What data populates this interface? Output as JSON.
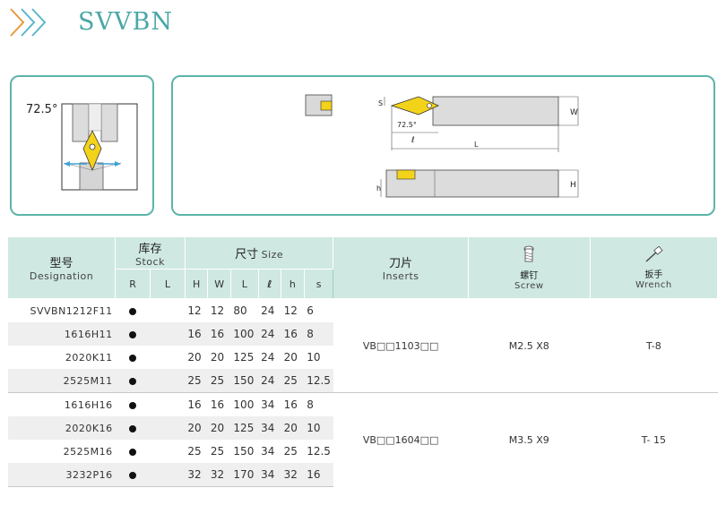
{
  "header": {
    "title": "SVVBN",
    "accent": "#4aa7a5",
    "chevron_colors": [
      "#e89a3c",
      "#5bb7c9"
    ]
  },
  "diagram": {
    "angle_label": "72.5°",
    "side_angle_label": "72.5°",
    "labels": {
      "s": "S",
      "w": "W",
      "l": "L",
      "ell": "ℓ",
      "h": "h",
      "H": "H"
    }
  },
  "table": {
    "headers": {
      "designation_cn": "型号",
      "designation_en": "Designation",
      "stock_cn": "库存",
      "stock_en": "Stock",
      "stock_r": "R",
      "stock_l": "L",
      "size_cn": "尺寸",
      "size_en": "Size",
      "size_cols": [
        "H",
        "W",
        "L",
        "ℓ",
        "h",
        "s"
      ],
      "inserts_cn": "刀片",
      "inserts_en": "Inserts",
      "screw_cn": "螺钉",
      "screw_en": "Screw",
      "screw_icon": "screw-icon",
      "wrench_cn": "扳手",
      "wrench_en": "Wrench",
      "wrench_icon": "wrench-icon"
    },
    "rows": [
      {
        "designation": "SVVBN1212F11",
        "stock_r": "●",
        "H": "12",
        "W": "12",
        "L": "80",
        "ell": "24",
        "h": "12",
        "s": "6"
      },
      {
        "designation": "1616H11",
        "stock_r": "●",
        "H": "16",
        "W": "16",
        "L": "100",
        "ell": "24",
        "h": "16",
        "s": "8"
      },
      {
        "designation": "2020K11",
        "stock_r": "●",
        "H": "20",
        "W": "20",
        "L": "125",
        "ell": "24",
        "h": "20",
        "s": "10"
      },
      {
        "designation": "2525M11",
        "stock_r": "●",
        "H": "25",
        "W": "25",
        "L": "150",
        "ell": "24",
        "h": "25",
        "s": "12.5"
      },
      {
        "designation": "1616H16",
        "stock_r": "●",
        "H": "16",
        "W": "16",
        "L": "100",
        "ell": "34",
        "h": "16",
        "s": "8"
      },
      {
        "designation": "2020K16",
        "stock_r": "●",
        "H": "20",
        "W": "20",
        "L": "125",
        "ell": "34",
        "h": "20",
        "s": "10"
      },
      {
        "designation": "2525M16",
        "stock_r": "●",
        "H": "25",
        "W": "25",
        "L": "150",
        "ell": "34",
        "h": "25",
        "s": "12.5"
      },
      {
        "designation": "3232P16",
        "stock_r": "●",
        "H": "32",
        "W": "32",
        "L": "170",
        "ell": "34",
        "h": "32",
        "s": "16"
      }
    ],
    "groups": [
      {
        "insert": "VB□□1103□□",
        "screw": "M2.5 X8",
        "wrench": "T-8"
      },
      {
        "insert": "VB□□1604□□",
        "screw": "M3.5 X9",
        "wrench": "T- 15"
      }
    ]
  }
}
